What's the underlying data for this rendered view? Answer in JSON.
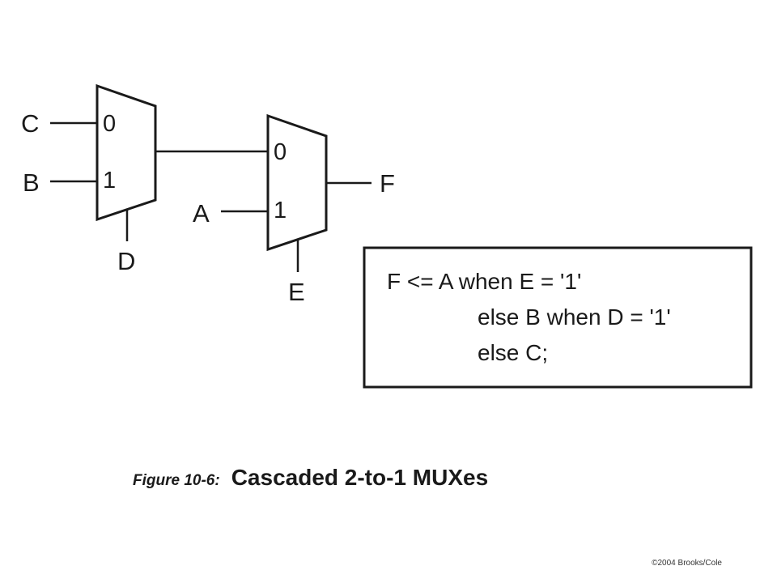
{
  "signals": {
    "c": "C",
    "b": "B",
    "d": "D",
    "a": "A",
    "e": "E",
    "f": "F"
  },
  "mux1": {
    "in0": "0",
    "in1": "1"
  },
  "mux2": {
    "in0": "0",
    "in1": "1"
  },
  "code": {
    "line1": "F <= A when E = '1'",
    "line2": "else B when D = '1'",
    "line3": "else C;"
  },
  "caption": {
    "figure": "Figure 10-6:",
    "title": "Cascaded 2-to-1 MUXes"
  },
  "copyright": "©2004 Brooks/Cole"
}
